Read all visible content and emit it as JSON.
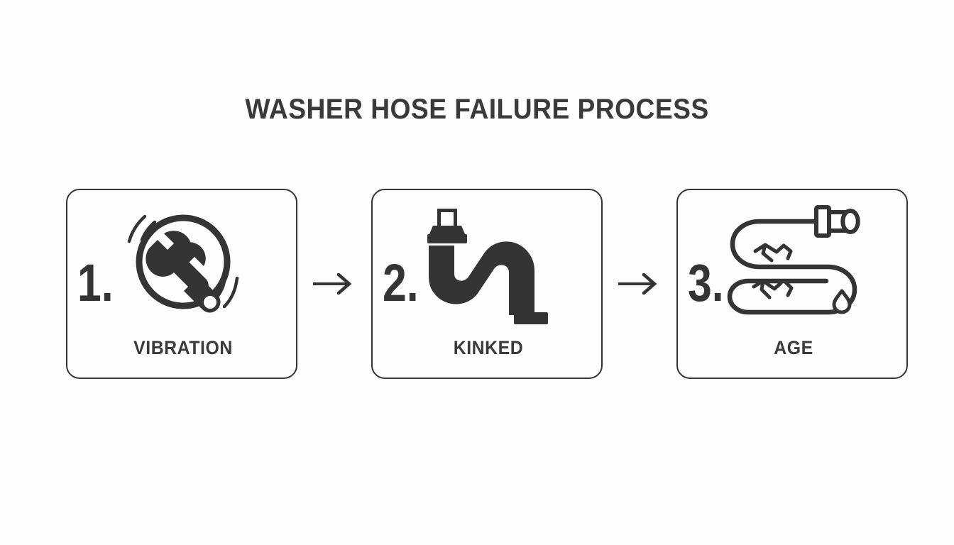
{
  "page": {
    "title": "WASHER HOSE FAILURE PROCESS",
    "background_color": "#fdfdfd",
    "ink_color": "#343434"
  },
  "steps": [
    {
      "number": "1.",
      "label": "VIBRATION",
      "icon": "wrench-in-circle-vibrating-icon"
    },
    {
      "number": "2.",
      "label": "KINKED",
      "icon": "kinked-hose-icon"
    },
    {
      "number": "3.",
      "label": "AGE",
      "icon": "cracked-leaking-hose-icon"
    }
  ],
  "connectors": [
    {
      "icon": "arrow-right-icon"
    },
    {
      "icon": "arrow-right-icon"
    }
  ]
}
